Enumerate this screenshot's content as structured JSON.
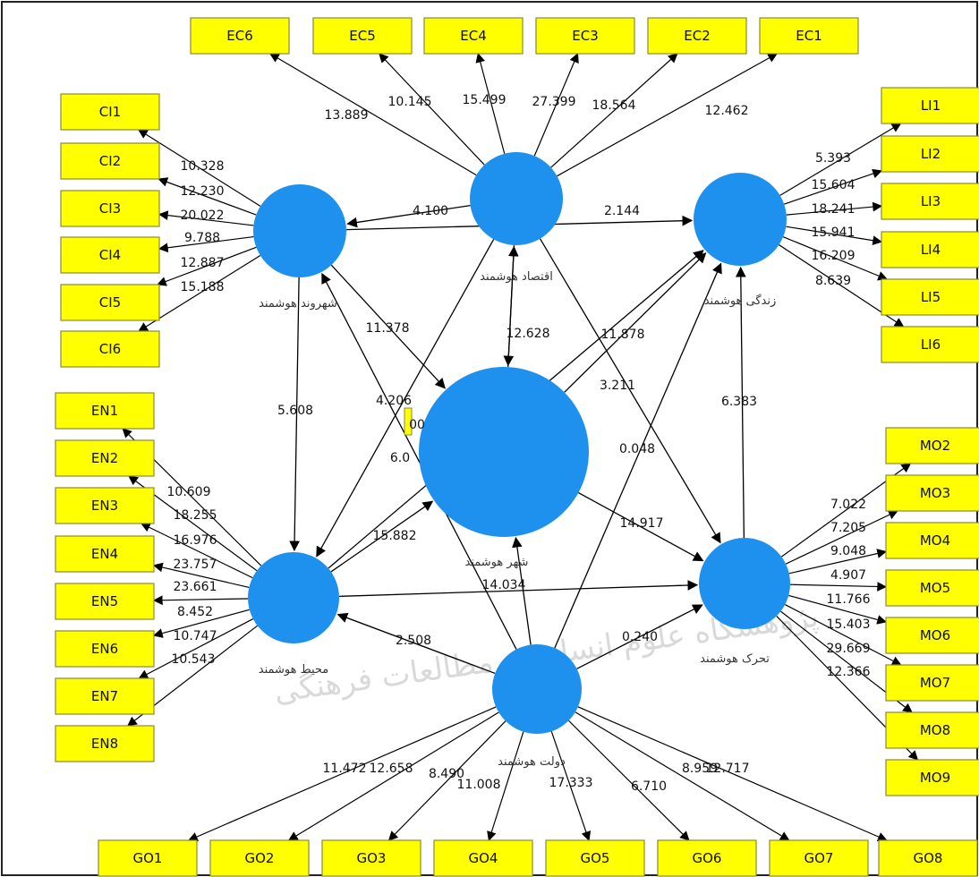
{
  "watermark_text": "پژوهشگاه علوم انسانی و مطالعات فرهنگی",
  "colors": {
    "indicator_fill": "#ffff00",
    "indicator_border": "#8a8a3a",
    "construct_fill": "#1e90ee",
    "arrow": "#000000"
  },
  "constructs": [
    {
      "id": "economy",
      "label": "اقتصاد هوشمند"
    },
    {
      "id": "citizen",
      "label": "شهروند هوشمند"
    },
    {
      "id": "living",
      "label": "زندگی هوشمند"
    },
    {
      "id": "city",
      "label": "شهر هوشمند"
    },
    {
      "id": "environment",
      "label": "محیط هوشمند"
    },
    {
      "id": "mobility",
      "label": "تحرک هوشمند"
    },
    {
      "id": "government",
      "label": "دولت هوشمند"
    }
  ],
  "indicators": {
    "economy": [
      {
        "label": "EC1",
        "coef": "12.462"
      },
      {
        "label": "EC2",
        "coef": "18.564"
      },
      {
        "label": "EC3",
        "coef": "27.399"
      },
      {
        "label": "EC4",
        "coef": "15.499"
      },
      {
        "label": "EC5",
        "coef": "10.145"
      },
      {
        "label": "EC6",
        "coef": "13.889"
      }
    ],
    "citizen": [
      {
        "label": "CI1",
        "coef": "10.328"
      },
      {
        "label": "CI2",
        "coef": "12.230"
      },
      {
        "label": "CI3",
        "coef": "20.022"
      },
      {
        "label": "CI4",
        "coef": "9.788"
      },
      {
        "label": "CI5",
        "coef": "12.887"
      },
      {
        "label": "CI6",
        "coef": "15.188"
      }
    ],
    "living": [
      {
        "label": "LI1",
        "coef": "5.393"
      },
      {
        "label": "LI2",
        "coef": "15.604"
      },
      {
        "label": "LI3",
        "coef": "18.241"
      },
      {
        "label": "LI4",
        "coef": "15.941"
      },
      {
        "label": "LI5",
        "coef": "16.209"
      },
      {
        "label": "LI6",
        "coef": "8.639"
      }
    ],
    "environment": [
      {
        "label": "EN1",
        "coef": "10.609"
      },
      {
        "label": "EN2",
        "coef": "18.255"
      },
      {
        "label": "EN3",
        "coef": "16.976"
      },
      {
        "label": "EN4",
        "coef": "23.757"
      },
      {
        "label": "EN5",
        "coef": "23.661"
      },
      {
        "label": "EN6",
        "coef": "8.452"
      },
      {
        "label": "EN7",
        "coef": "10.747"
      },
      {
        "label": "EN8",
        "coef": "10.543"
      }
    ],
    "mobility": [
      {
        "label": "MO2",
        "coef": "7.022"
      },
      {
        "label": "MO3",
        "coef": "7.205"
      },
      {
        "label": "MO4",
        "coef": "9.048"
      },
      {
        "label": "MO5",
        "coef": "4.907"
      },
      {
        "label": "MO6",
        "coef": "11.766"
      },
      {
        "label": "MO7",
        "coef": "15.403"
      },
      {
        "label": "MO8",
        "coef": "29.669"
      },
      {
        "label": "MO9",
        "coef": "12.366"
      }
    ],
    "government": [
      {
        "label": "GO1",
        "coef": "11.472"
      },
      {
        "label": "GO2",
        "coef": "12.658"
      },
      {
        "label": "GO3",
        "coef": "8.490"
      },
      {
        "label": "GO4",
        "coef": "11.008"
      },
      {
        "label": "GO5",
        "coef": "17.333"
      },
      {
        "label": "GO6",
        "coef": "6.710"
      },
      {
        "label": "GO7",
        "coef": "8.959"
      },
      {
        "label": "GO8",
        "coef": "12.717"
      }
    ]
  },
  "paths": [
    {
      "from": "economy",
      "to": "citizen",
      "coef": "4.100"
    },
    {
      "from": "citizen",
      "to": "living",
      "coef": "2.144"
    },
    {
      "from": "economy",
      "to": "city",
      "coef": "12.628"
    },
    {
      "from": "city",
      "to": "economy",
      "coef": ""
    },
    {
      "from": "city",
      "to": "living",
      "coef": "11.878"
    },
    {
      "from": "citizen",
      "to": "city",
      "coef": "11.378"
    },
    {
      "from": "citizen",
      "to": "environment",
      "coef": "5.608"
    },
    {
      "from": "economy",
      "to": "environment",
      "coef": "4.206"
    },
    {
      "from": "economy",
      "to": "mobility",
      "coef": "3.211"
    },
    {
      "from": "mobility",
      "to": "living",
      "coef": "6.383"
    },
    {
      "from": "government",
      "to": "living",
      "coef": "0.048"
    },
    {
      "from": "city",
      "to": "mobility",
      "coef": "14.917"
    },
    {
      "from": "environment",
      "to": "city",
      "coef": "15.882"
    },
    {
      "from": "environment",
      "to": "mobility",
      "coef": "14.034"
    },
    {
      "from": "government",
      "to": "environment",
      "coef": "2.508"
    },
    {
      "from": "government",
      "to": "mobility",
      "coef": "0.240"
    },
    {
      "from": "government",
      "to": "city",
      "coef": ""
    },
    {
      "from": "government",
      "to": "citizen",
      "coef": "6.0"
    },
    {
      "from": "environment",
      "to": "living",
      "coef": ""
    }
  ],
  "partial_label_fragment": "00"
}
